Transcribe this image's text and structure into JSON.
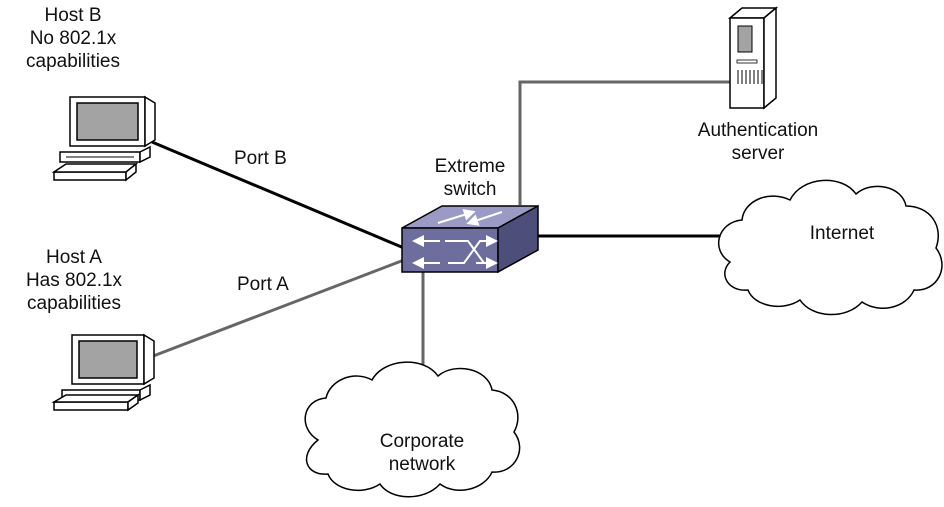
{
  "host_b": {
    "lines": [
      "Host B",
      "No 802.1x",
      "capabilities"
    ]
  },
  "host_a": {
    "lines": [
      "Host A",
      "Has 802.1x",
      "capabilities"
    ]
  },
  "port_b": {
    "label": "Port B"
  },
  "port_a": {
    "label": "Port A"
  },
  "switch": {
    "lines": [
      "Extreme",
      "switch"
    ]
  },
  "auth_server": {
    "lines": [
      "Authentication",
      "server"
    ]
  },
  "internet": {
    "label": "Internet"
  },
  "corporate": {
    "lines": [
      "Corporate",
      "network"
    ]
  },
  "colors": {
    "strong_link": "#000000",
    "weak_link": "#666666",
    "switch_top": "#9a9ac4",
    "switch_front": "#6d6d9e",
    "switch_side": "#4e4e7a",
    "screen": "#a3a3a3",
    "outline": "#000000"
  },
  "icons": [
    "host-b-computer-icon",
    "host-a-computer-icon",
    "extreme-switch-icon",
    "authentication-server-icon",
    "internet-cloud-icon",
    "corporate-network-cloud-icon"
  ]
}
